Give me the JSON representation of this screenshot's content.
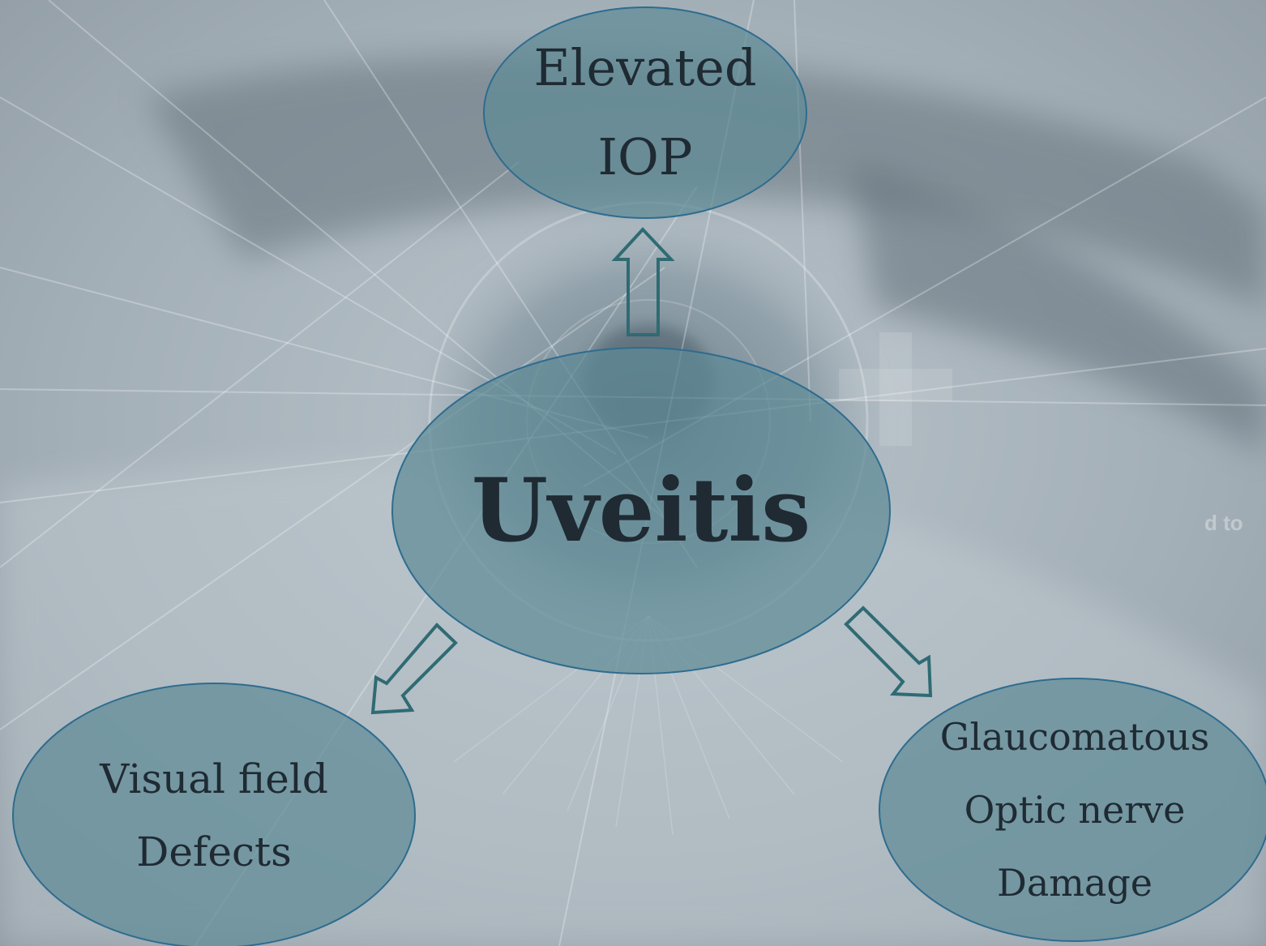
{
  "diagram": {
    "center": {
      "label": "Uveitis"
    },
    "top": {
      "lines": [
        "Elevated",
        "IOP"
      ]
    },
    "left": {
      "lines": [
        "Visual field",
        "Defects"
      ]
    },
    "right": {
      "lines": [
        "Glaucomatous",
        "Optic nerve",
        "Damage"
      ]
    }
  },
  "background_fragment": "d to",
  "colors": {
    "node_fill": "#5e8a95",
    "node_stroke": "#2e6c8f",
    "arrow_stroke": "#2f6b73",
    "text": "#1f2a33"
  }
}
